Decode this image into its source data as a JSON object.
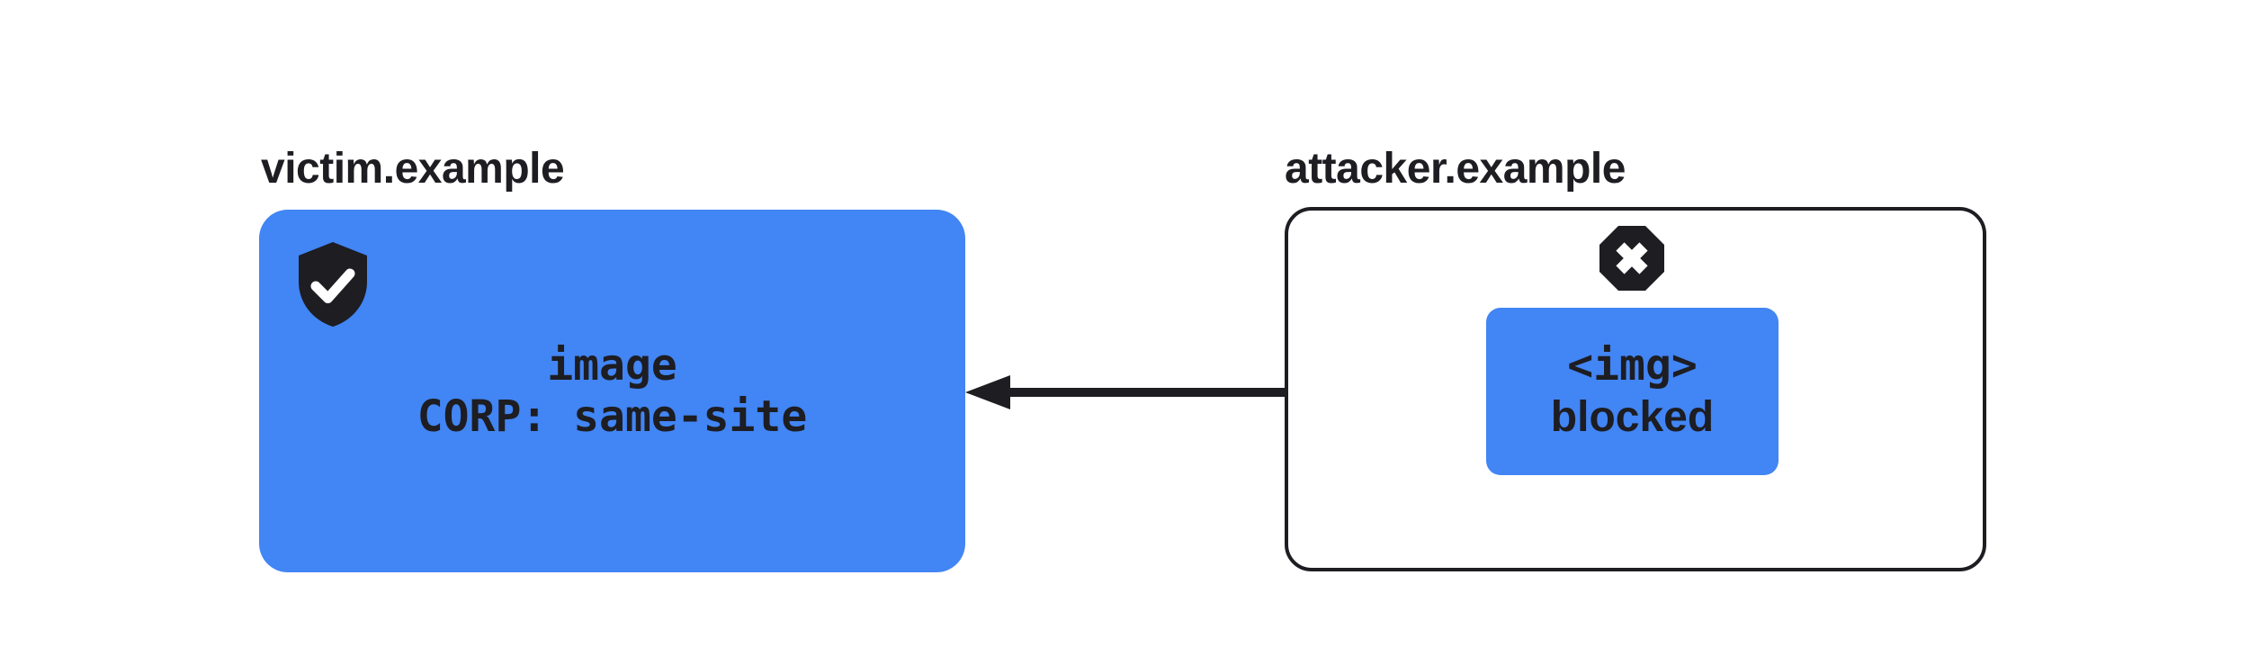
{
  "diagram": {
    "victim": {
      "label": "victim.example",
      "box_line1": "image",
      "box_line2": "CORP: same-site"
    },
    "attacker": {
      "label": "attacker.example",
      "box_line1": "<img>",
      "box_line2": "blocked"
    },
    "icons": {
      "shield": "shield-check-icon",
      "blocked": "octagon-x-icon"
    },
    "colors": {
      "blue": "#4285f4",
      "ink": "#1d1d22"
    }
  }
}
